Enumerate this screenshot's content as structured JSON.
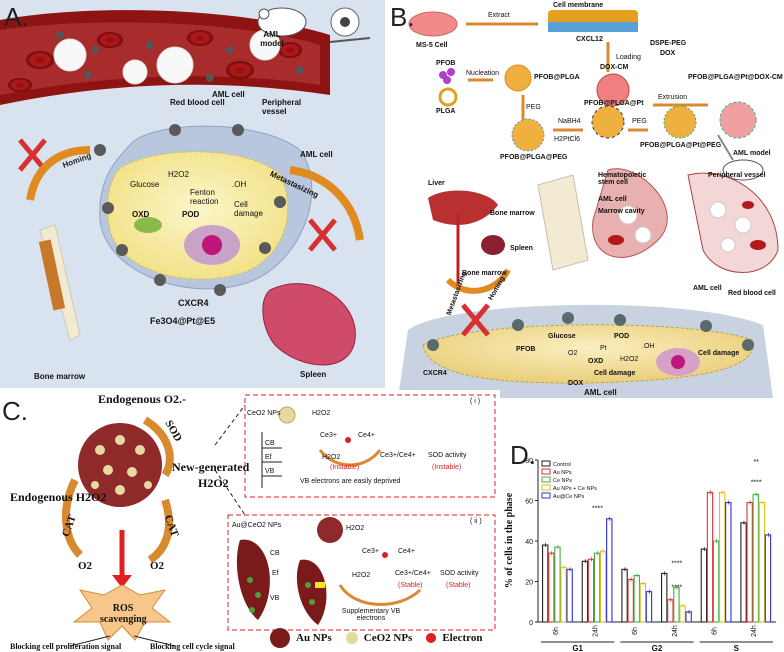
{
  "panelA": {
    "label": "A.",
    "aml_model": "AML model",
    "aml_cell_vessel": "AML cell",
    "red_blood_cell": "Red blood cell",
    "peripheral_vessel": "Peripheral vessel",
    "aml_cell": "AML cell",
    "homing": "Homing",
    "metastasizing": "Metastasizing",
    "glucose": "Glucose",
    "h2o2": "H2O2",
    "fenton": "Fenton reaction",
    "oh": ".OH",
    "oxd": "OXD",
    "pod": "POD",
    "cell_damage": "Cell damage",
    "cxcr4": "CXCR4",
    "nanoparticle": "Fe3O4@Pt@E5",
    "bone_marrow": "Bone marrow",
    "spleen": "Spleen"
  },
  "panelB": {
    "label": "B.",
    "ms5": "MS-5 Cell",
    "extract": "Extract",
    "cell_membrane": "Cell membrane",
    "cxcl12": "CXCL12",
    "dspe_peg": "DSPE-PEG",
    "dox": "DOX",
    "loading": "Loading",
    "pfob": "PFOB",
    "plga": "PLGA",
    "nucleation": "Nucleation",
    "pfob_plga": "PFOB@PLGA",
    "peg": "PEG",
    "peg2": "PEG",
    "nabh4": "NaBH4",
    "h2ptcl6": "H2PtCl6",
    "pfob_plga_pt": "PFOB@PLGA@Pt",
    "pfob_plga_peg": "PFOB@PLGA@PEG",
    "pfob_plga_pt_peg": "PFOB@PLGA@Pt@PEG",
    "dox_cm": "DOX-CM",
    "extrusion": "Extrusion",
    "final_np": "PFOB@PLGA@Pt@DOX-CM",
    "aml_model": "AML model",
    "liver": "Liver",
    "spleen": "Spleen",
    "bone_marrow_small": "Bone marrow",
    "bone_marrow": "Bone marrow",
    "hsc": "Hematopoietic stem cell",
    "aml_cell_bm": "AML cell",
    "marrow_cavity": "Marrow cavity",
    "peripheral_vessel": "Peripheral vessel",
    "aml_cell_v": "AML cell",
    "red_blood_cell": "Red blood cell",
    "homing": "Homing",
    "metastasizing": "Metastasizing",
    "glucose": "Glucose",
    "pod": "POD",
    "oh": ".OH",
    "pfob_in": "PFOB",
    "o2": "O2",
    "pt": "Pt",
    "h2o2": "H2O2",
    "oxd": "OXD",
    "cell_damage_a": "Cell damage",
    "cell_damage_b": "Cell damage",
    "dox_in": "DOX",
    "cxcr4": "CXCR4",
    "aml_cell": "AML cell"
  },
  "panelC": {
    "label": "C.",
    "endo_o2": "Endogenous O2.-",
    "endo_h2o2": "Endogenous H2O2",
    "sod": "SOD",
    "cat": "CAT",
    "cat2": "CAT",
    "new_generated": "New-generated",
    "new_h2o2": "H2O2",
    "o2": "O2",
    "o2b": "O2",
    "ros": "ROS scavenging",
    "block1": "Blocking cell proliferation signal",
    "block2": "Blocking cell cycle signal",
    "box1": {
      "num": "( i )",
      "ceo2": "CeO2 NPs",
      "h2o2": "H2O2",
      "cb": "CB",
      "ef": "Ef",
      "vb": "VB",
      "ce3": "Ce3+",
      "ce4": "Ce4+",
      "h2o2b": "H2O2",
      "ratio": "Ce3+/Ce4+",
      "sod": "SOD activity",
      "instable1": "(Instable)",
      "instable2": "(Instable)",
      "deprived": "VB electrons are easily deprived"
    },
    "box2": {
      "num": "( ii )",
      "au_ceo2": "Au@CeO2 NPs",
      "h2o2": "H2O2",
      "cb": "CB",
      "ef": "Ef",
      "vb": "VB",
      "ce3": "Ce3+",
      "ce4": "Ce4+",
      "h2o2b": "H2O2",
      "ratio": "Ce3+/Ce4+",
      "sod": "SOD activity",
      "stable1": "(Stable)",
      "stable2": "(Stable)",
      "supp": "Supplementary VB electrons"
    },
    "legend": [
      {
        "label": "Au NPs",
        "color": "#7a1a1a"
      },
      {
        "label": "CeO2 NPs",
        "color": "#e6d9a0"
      },
      {
        "label": "Electron",
        "color": "#e02020"
      }
    ]
  },
  "panelD": {
    "label": "D.",
    "ylabel": "% of cells in the phase",
    "legend": [
      "Control",
      "Au NPs",
      "Ce NPs",
      "Au NPs + Ce NPs",
      "Au@Ce NPs"
    ],
    "colors": [
      "#222222",
      "#e03030",
      "#40b040",
      "#d8c020",
      "#3030d0"
    ],
    "groups": [
      "G1",
      "G2",
      "S"
    ],
    "times": [
      "6h",
      "24h"
    ],
    "yticks": [
      "0",
      "20",
      "40",
      "60",
      "80"
    ],
    "sig": [
      "****",
      "****",
      "****",
      "**",
      "****"
    ]
  },
  "chart_data": {
    "type": "bar",
    "categories": [
      "G1 6h",
      "G1 24h",
      "G2 6h",
      "G2 24h",
      "S 6h",
      "S 24h"
    ],
    "ylabel": "% of cells in the phase",
    "ylim": [
      0,
      80
    ],
    "series": [
      {
        "name": "Control",
        "values": [
          38,
          30,
          26,
          24,
          36,
          49
        ]
      },
      {
        "name": "Au NPs",
        "values": [
          34,
          31,
          21,
          11,
          64,
          59
        ]
      },
      {
        "name": "Ce NPs",
        "values": [
          37,
          34,
          23,
          17,
          40,
          63
        ]
      },
      {
        "name": "Au NPs + Ce NPs",
        "values": [
          27,
          35,
          19,
          8,
          64,
          59
        ]
      },
      {
        "name": "Au@Ce NPs",
        "values": [
          26,
          51,
          15,
          5,
          59,
          43
        ]
      }
    ]
  }
}
